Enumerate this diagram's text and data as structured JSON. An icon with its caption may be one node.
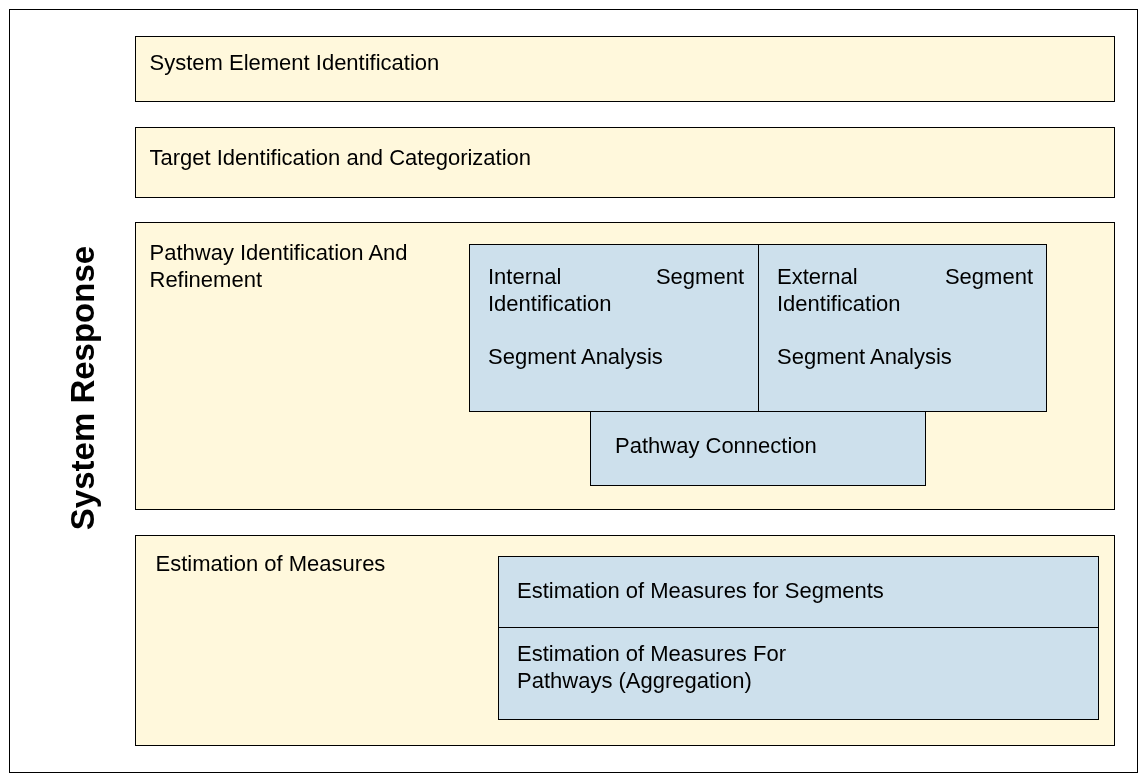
{
  "diagram": {
    "nodes": [
      {
        "text": [
          "System Response"
        ]
      },
      {
        "text": [
          "System Element Identification"
        ],
        "in": 0
      },
      {
        "text": [
          "Target Identification and Categorization"
        ],
        "in": 0
      },
      {
        "text": [
          "Pathway Identification And Refinement"
        ],
        "in": 0
      },
      {
        "text": [
          "Internal Segment Identification",
          "Segment Analysis"
        ],
        "in": 3
      },
      {
        "text": [
          "External Segment Identification",
          "Segment Analysis"
        ],
        "in": 3
      },
      {
        "text": [
          "Pathway Connection"
        ],
        "in": 3
      },
      {
        "text": [
          "Estimation of Measures"
        ],
        "in": 0
      },
      {
        "text": [
          "Estimation of Measures for Segments"
        ],
        "in": 7
      },
      {
        "text": [
          "Estimation of Measures For Pathways (Aggregation)"
        ],
        "in": 7
      }
    ]
  }
}
